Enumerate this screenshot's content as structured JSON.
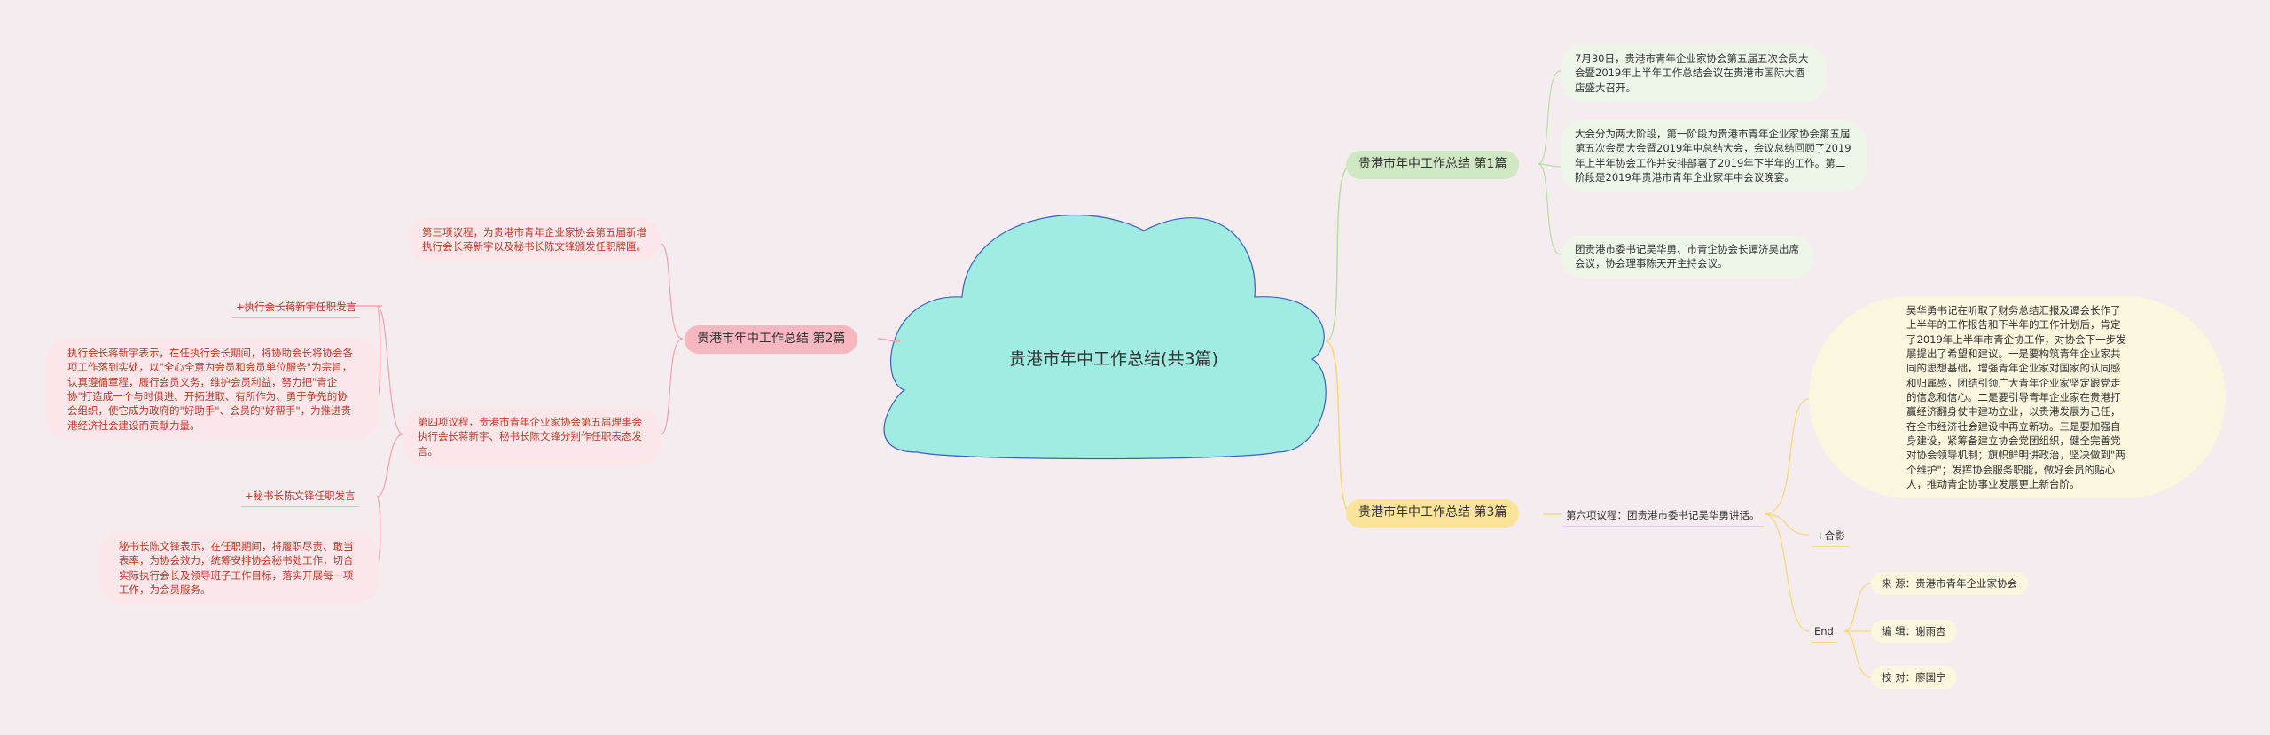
{
  "root": {
    "title": "贵港市年中工作总结(共3篇)"
  },
  "branches": {
    "b1": {
      "label": "贵港市年中工作总结 第1篇",
      "leaf1": "7月30日，贵港市青年企业家协会第五届五次会员大会暨2019年上半年工作总结会议在贵港市国际大酒店盛大召开。",
      "leaf2": "大会分为两大阶段，第一阶段为贵港市青年企业家协会第五届第五次会员大会暨2019年中总结大会，会议总结回顾了2019年上半年协会工作并安排部署了2019年下半年的工作。第二阶段是2019年贵港市青年企业家年中会议晚宴。",
      "leaf3": "团贵港市委书记吴华勇、市青企协会长谭济昊出席会议，协会理事陈天开主持会议。"
    },
    "b2": {
      "label": "贵港市年中工作总结 第2篇",
      "leaf1": "第三项议程，为贵港市青年企业家协会第五届新增执行会长蒋新宇以及秘书长陈文锋颁发任职牌匾。",
      "leaf2": "第四项议程，贵港市青年企业家协会第五届理事会执行会长蒋新宇、秘书长陈文锋分别作任职表态发言。",
      "sub1": "+执行会长蒋新宇任职发言",
      "sub1_text": "执行会长蒋新宇表示，在任执行会长期间，将协助会长将协会各项工作落到实处，以\"全心全意为会员和会员单位服务\"为宗旨，认真遵循章程，履行会员义务，维护会员利益，努力把\"青企协\"打造成一个与时俱进、开拓进取、有所作为、勇于争先的协会组织，使它成为政府的\"好助手\"、会员的\"好帮手\"，为推进贵港经济社会建设而贡献力量。",
      "sub2": "+秘书长陈文锋任职发言",
      "sub2_text": "秘书长陈文锋表示，在任职期间，将履职尽责、敢当表率，为协会效力，统筹安排协会秘书处工作，切合实际执行会长及领导班子工作目标，落实开展每一项工作，为会员服务。"
    },
    "b3": {
      "label": "贵港市年中工作总结 第3篇",
      "leaf1": "第六项议程：团贵港市委书记吴华勇讲话。",
      "speech": "吴华勇书记在听取了财务总结汇报及谭会长作了上半年的工作报告和下半年的工作计划后，肯定了2019年上半年市青企协工作，对协会下一步发展提出了希望和建议。一是要构筑青年企业家共同的思想基础，增强青年企业家对国家的认同感和归属感，团结引领广大青年企业家坚定跟党走的信念和信心。二是要引导青年企业家在贵港打赢经济翻身仗中建功立业，以贵港发展为己任，在全市经济社会建设中再立新功。三是要加强自身建设，紧筹备建立协会党团组织，健全完善党对协会领导机制；旗帜鲜明讲政治，坚决做到\"两个维护\"；发挥协会服务职能，做好会员的贴心人，推动青企协事业发展更上新台阶。",
      "photo": "+合影",
      "end": "End",
      "source": "来 源：贵港市青年企业家协会",
      "editor": "编 辑：谢雨杏",
      "proof": "校 对：廖国宁"
    }
  },
  "colors": {
    "background": "#f5ecef",
    "cloud_fill": "#a0ebe2",
    "cloud_stroke": "#3b63b8",
    "green": "#cfe7c2",
    "pink": "#f6b7c0",
    "yellow": "#fbe39a"
  }
}
